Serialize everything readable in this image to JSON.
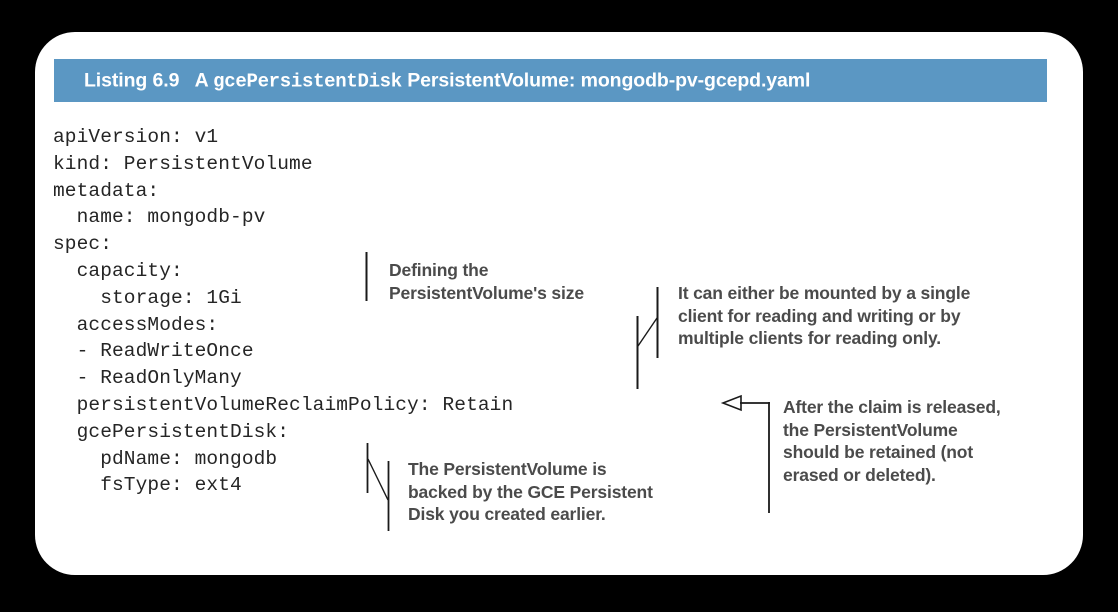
{
  "page": {
    "background_color": "#000000",
    "card_color": "#ffffff"
  },
  "caption": {
    "accent_color": "#5b97c3",
    "listing_label": "Listing 6.9",
    "spacer": "   ",
    "article": "A ",
    "code_term": "gcePersistentDisk",
    "rest": " PersistentVolume: mongodb-pv-gcepd.yaml",
    "full_text": "Listing 6.9   A gcePersistentDisk PersistentVolume: mongodb-pv-gcepd.yaml"
  },
  "code": {
    "language": "yaml",
    "text_color": "#252525",
    "content": "apiVersion: v1\nkind: PersistentVolume\nmetadata:\n  name: mongodb-pv\nspec:\n  capacity:\n    storage: 1Gi\n  accessModes:\n  - ReadWriteOnce\n  - ReadOnlyMany\n  persistentVolumeReclaimPolicy: Retain\n  gcePersistentDisk:\n    pdName: mongodb\n    fsType: ext4",
    "lines": [
      "apiVersion: v1",
      "kind: PersistentVolume",
      "metadata:",
      "  name: mongodb-pv",
      "spec:",
      "  capacity:",
      "    storage: 1Gi",
      "  accessModes:",
      "  - ReadWriteOnce",
      "  - ReadOnlyMany",
      "  persistentVolumeReclaimPolicy: Retain",
      "  gcePersistentDisk:",
      "    pdName: mongodb",
      "    fsType: ext4"
    ]
  },
  "annotations": {
    "text_color": "#4b4b4b",
    "items": [
      {
        "id": "capacity",
        "text": "Defining the\nPersistentVolume's size"
      },
      {
        "id": "access-modes",
        "text": "It can either be mounted by a single\nclient for reading and writing or by\nmultiple clients for reading only."
      },
      {
        "id": "reclaim-policy",
        "text": "After the claim is released,\nthe PersistentVolume\nshould be retained (not\nerased or deleted)."
      },
      {
        "id": "gce-persistent-disk",
        "text": "The PersistentVolume is\nbacked by the GCE Persistent\nDisk you created earlier."
      }
    ]
  }
}
